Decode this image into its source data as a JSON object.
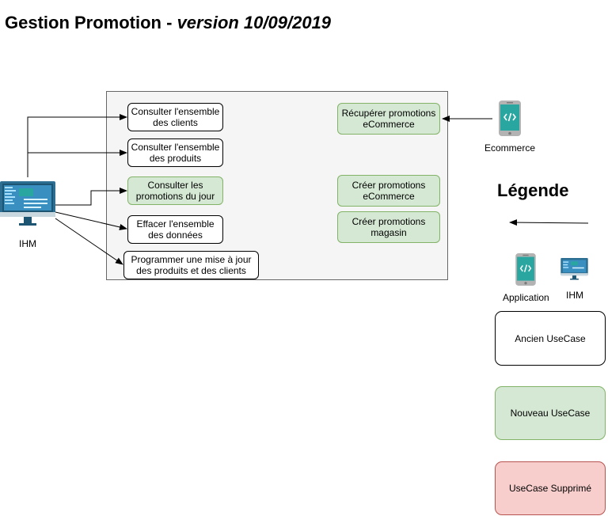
{
  "title": {
    "main": "Gestion Promotion - ",
    "version": "version 10/09/2019"
  },
  "actors": {
    "ihm": "IHM",
    "ecommerce": "Ecommerce"
  },
  "usecases": {
    "consulter_clients": "Consulter l'ensemble des clients",
    "consulter_produits": "Consulter l'ensemble des produits",
    "consulter_promotions": "Consulter les promotions du jour",
    "effacer_donnees": "Effacer l'ensemble des données",
    "programmer_maj": "Programmer une mise à jour des produits et des clients",
    "recuperer_promotions": "Récupérer promotions eCommerce",
    "creer_promotions_ecommerce": "Créer promotions eCommerce",
    "creer_promotions_magasin": "Créer promotions magasin"
  },
  "legend": {
    "title": "Légende",
    "application": "Application",
    "ihm": "IHM",
    "ancien": "Ancien UseCase",
    "nouveau": "Nouveau UseCase",
    "supprime": "UseCase Supprimé"
  },
  "colors": {
    "new_fill": "#d5e8d4",
    "new_stroke": "#82b366",
    "del_fill": "#f8cecc",
    "del_stroke": "#b85450",
    "system_fill": "#f5f5f5"
  },
  "icons": {
    "actor_ihm": "monitor-icon",
    "actor_app": "smartphone-code-icon"
  }
}
